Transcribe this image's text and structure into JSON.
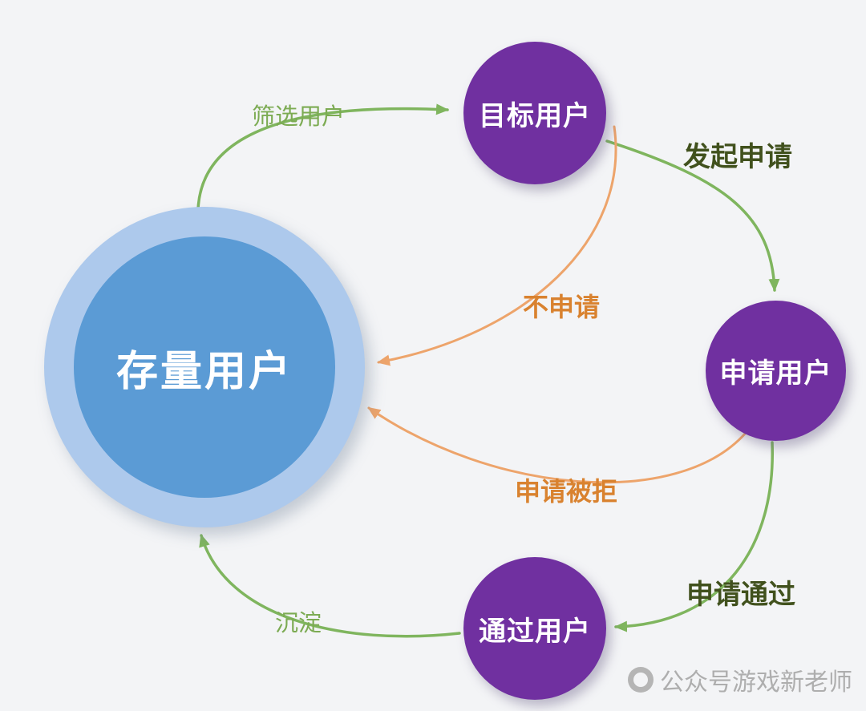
{
  "nodes": {
    "existing": {
      "label": "存量用户"
    },
    "target": {
      "label": "目标用户"
    },
    "applying": {
      "label": "申请用户"
    },
    "approved": {
      "label": "通过用户"
    }
  },
  "edges": {
    "filter": {
      "label": "筛选用户"
    },
    "initiate": {
      "label": "发起申请"
    },
    "no_apply": {
      "label": "不申请"
    },
    "rejected": {
      "label": "申请被拒"
    },
    "pass": {
      "label": "申请通过"
    },
    "settle": {
      "label": "沉淀"
    }
  },
  "watermark": {
    "text": "公众号游戏新老师"
  },
  "colors": {
    "background": "#f3f4f6",
    "arrow_green": "#7fb55e",
    "arrow_orange": "#eda46b",
    "label_green": "#7cab53",
    "label_dark_green": "#41511d",
    "label_orange": "#d9822f",
    "node_purple": "#7030a0",
    "node_blue_inner": "#5b9bd5",
    "node_blue_outer": "#adc9ec",
    "node_text": "#ffffff",
    "watermark_gray": "#aeaeae"
  }
}
